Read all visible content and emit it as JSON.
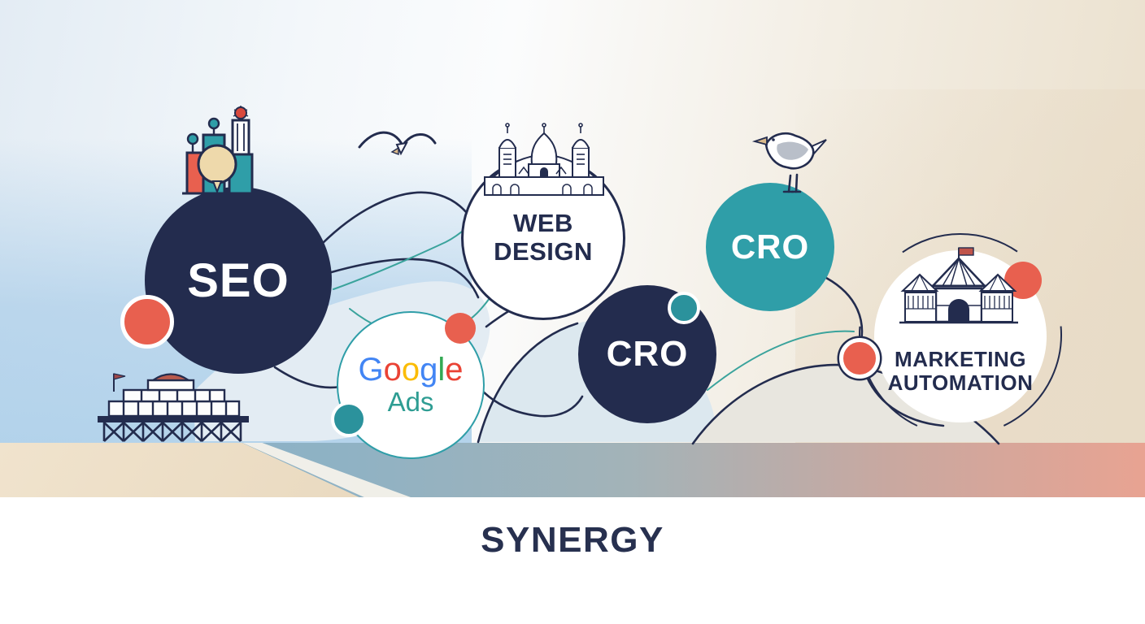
{
  "title": {
    "label": "SYNERGY"
  },
  "nodes": {
    "seo": {
      "label": "SEO"
    },
    "google_ads": {
      "word": "Google",
      "letters": [
        {
          "ch": "G",
          "color": "#4285F4"
        },
        {
          "ch": "o",
          "color": "#EA4335"
        },
        {
          "ch": "o",
          "color": "#FBBC05"
        },
        {
          "ch": "g",
          "color": "#4285F4"
        },
        {
          "ch": "l",
          "color": "#34A853"
        },
        {
          "ch": "e",
          "color": "#EA4335"
        }
      ],
      "line2": "Ads"
    },
    "web_design": {
      "line1": "WEB",
      "line2": "DESIGN"
    },
    "cro_primary": {
      "label": "CRO"
    },
    "cro_secondary": {
      "label": "CRO"
    },
    "marketing_automation": {
      "line1": "MARKETING",
      "line2": "AUTOMATION"
    }
  },
  "icons": {
    "seo_top": "seo-growth-chart-icon",
    "web_design_top": "pavilion-building-icon",
    "cro_secondary_top": "standing-seagull-icon",
    "marketing_automation_inner": "bandstand-icon",
    "scene_left": "pier-icon",
    "scene_sky": "flying-seagull-icon"
  },
  "colors": {
    "navy": "#232c4e",
    "teal": "#2f9ea8",
    "teal_node": "#2b929c",
    "coral": "#e8604f",
    "wave_fill_blue": "#dce8ef",
    "wave_fill_beige": "#e8e6df",
    "sky_blue": "#accee9",
    "background_beige": "#eadfcb",
    "sand": "#ecdcc4",
    "sea_left": "#84aec9",
    "sea_right": "#e8a392",
    "ads_teal": "#2e9d93",
    "google_blue": "#4285F4",
    "google_red": "#EA4335",
    "google_yellow": "#FBBC05",
    "google_green": "#34A853"
  }
}
